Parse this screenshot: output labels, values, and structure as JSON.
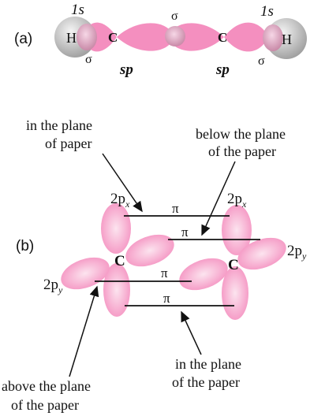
{
  "colors": {
    "lobe": "#f48fbf",
    "lobe_light": "#fce4ef",
    "hydrogen": "#b8b8b8",
    "text": "#111111"
  },
  "part_a": {
    "label": "(a)",
    "orbital_1s": "1s",
    "h_symbol": "H",
    "c_symbol": "C",
    "sigma": "σ",
    "sp": "sp"
  },
  "part_b": {
    "label": "(b)",
    "c_symbol": "C",
    "pi": "π",
    "orbital_2px": "2p",
    "sub_x": "x",
    "sub_y": "y",
    "callout_plane_line1": "in the plane",
    "callout_plane_line2": "of paper",
    "callout_below_line1": "below the plane",
    "callout_below_line2": "of the paper",
    "callout_above_line1": "above the plane",
    "callout_above_line2": "of the paper",
    "callout_in_plane_line1": "in the plane",
    "callout_in_plane_line2": "of the paper"
  }
}
